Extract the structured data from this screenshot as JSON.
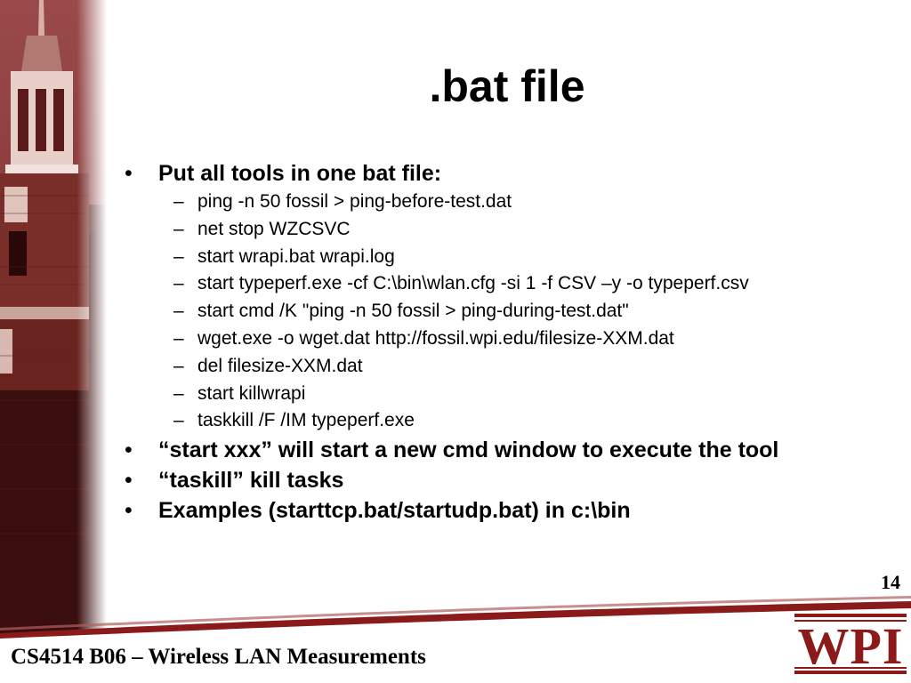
{
  "slide": {
    "title": ".bat file",
    "page_number": "14",
    "footer": "CS4514 B06 – Wireless LAN Measurements",
    "logo_text": "WPI",
    "bullet_glyph": "•",
    "dash_glyph": "–",
    "accent_color": "#8b1a1a"
  },
  "content": {
    "bullet1": {
      "text": "Put all tools in one bat file:",
      "sub": [
        "ping -n 50 fossil > ping-before-test.dat",
        "net stop WZCSVC",
        "start wrapi.bat wrapi.log",
        "start typeperf.exe -cf C:\\bin\\wlan.cfg -si 1 -f CSV –y -o typeperf.csv",
        "start cmd /K \"ping -n 50 fossil > ping-during-test.dat\"",
        "wget.exe -o wget.dat http://fossil.wpi.edu/filesize-XXM.dat",
        "del filesize-XXM.dat",
        "start killwrapi",
        "taskkill /F /IM typeperf.exe"
      ]
    },
    "bullet2": "“start xxx” will start a new cmd window to execute the tool",
    "bullet3": "“taskill” kill tasks",
    "bullet4": "Examples (starttcp.bat/startudp.bat) in c:\\bin"
  }
}
